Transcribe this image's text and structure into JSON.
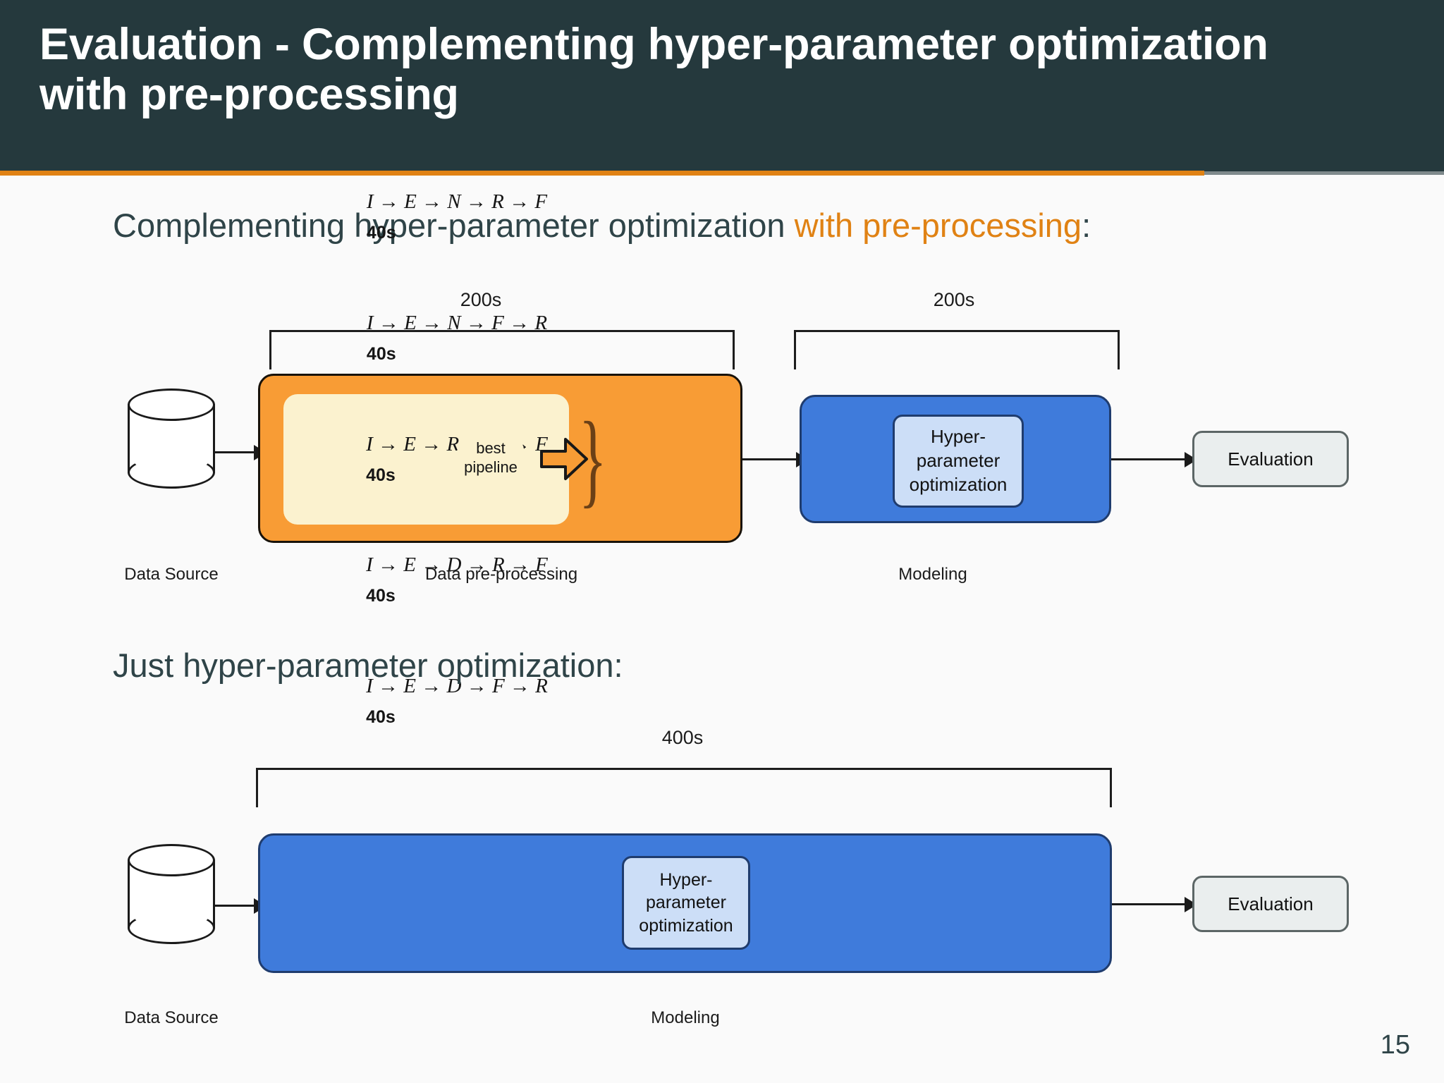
{
  "slide": {
    "title": "Evaluation - Complementing hyper-parameter optimization\nwith pre-processing",
    "page_number": "15",
    "colors": {
      "header_bg": "#25393d",
      "accent_orange": "#e08214",
      "process_orange": "#f89c35",
      "process_blue": "#3f7bdb",
      "inner_blue": "#ccdef7",
      "panel_cream": "#fbf2cf",
      "eval_grey": "#eaeeee",
      "page_bg": "#fafafa"
    }
  },
  "sections": [
    {
      "heading_plain": "Complementing hyper-parameter optimization ",
      "heading_accent": "with pre-processing",
      "heading_tail": ":"
    },
    {
      "heading_plain": "Just hyper-parameter optimization:",
      "heading_accent": "",
      "heading_tail": ""
    }
  ],
  "diagram_top": {
    "timings": [
      {
        "label": "200s",
        "stage": "pre-processing"
      },
      {
        "label": "200s",
        "stage": "modeling"
      }
    ],
    "data_source_caption": "Data Source",
    "preprocessing_caption": "Data pre-processing",
    "modeling_caption": "Modeling",
    "pipelines": [
      {
        "sequence": "I → E → N → R → F",
        "duration": "40s"
      },
      {
        "sequence": "I → E → N → F → R",
        "duration": "40s"
      },
      {
        "sequence": "I → E → R → D → F",
        "duration": "40s"
      },
      {
        "sequence": "I → E → D → R → F",
        "duration": "40s"
      },
      {
        "sequence": "I → E → D → F → R",
        "duration": "40s"
      }
    ],
    "best_pipeline_line1": "best",
    "best_pipeline_line2": "pipeline",
    "hpo_line1": "Hyper-",
    "hpo_line2": "parameter",
    "hpo_line3": "optimization",
    "evaluation_label": "Evaluation"
  },
  "diagram_bottom": {
    "timing": {
      "label": "400s",
      "stage": "modeling"
    },
    "data_source_caption": "Data Source",
    "modeling_caption": "Modeling",
    "hpo_line1": "Hyper-",
    "hpo_line2": "parameter",
    "hpo_line3": "optimization",
    "evaluation_label": "Evaluation"
  }
}
